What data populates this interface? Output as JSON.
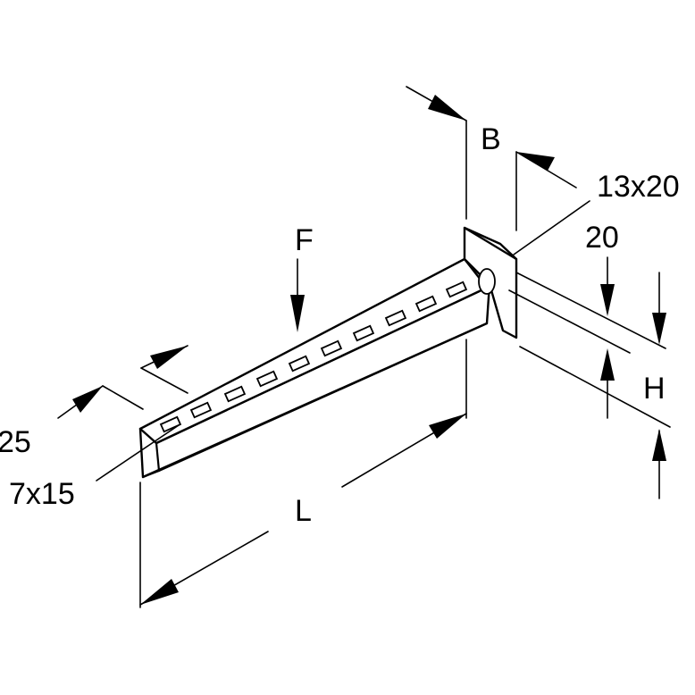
{
  "labels": {
    "width": "B",
    "slot_top": "13x20",
    "height_value": "20",
    "force": "F",
    "height": "H",
    "flange": "25",
    "slot_arm": "7x15",
    "length": "L"
  }
}
